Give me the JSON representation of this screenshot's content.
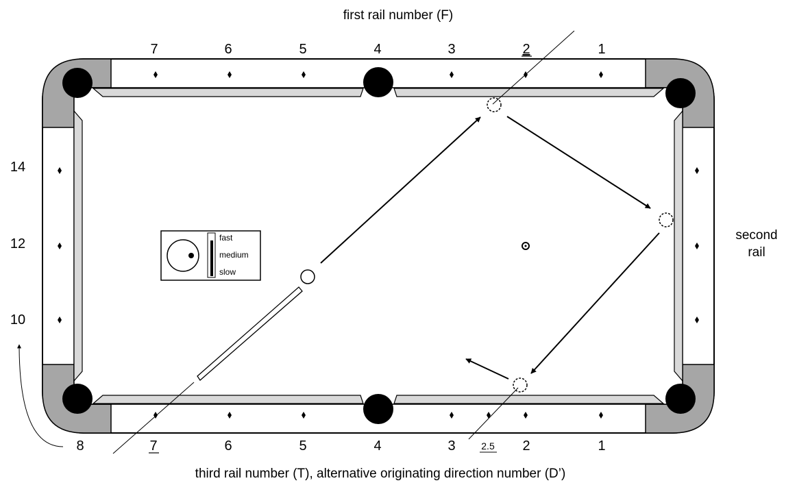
{
  "captions": {
    "top": "first rail number (F)",
    "bottom": "third rail number (T), alternative originating direction number (D’)",
    "right_line1": "second",
    "right_line2": "rail"
  },
  "top_rail_numbers": [
    "7",
    "6",
    "5",
    "4",
    "3",
    "2",
    "1"
  ],
  "bottom_rail_numbers": [
    "8",
    "7",
    "6",
    "5",
    "4",
    "3",
    "2.5",
    "2",
    "1"
  ],
  "left_rail_numbers": [
    "14",
    "12",
    "10"
  ],
  "legend": {
    "speed_labels": [
      "fast",
      "medium",
      "slow"
    ]
  },
  "colors": {
    "cushion": "#c8c8c8",
    "corner_pad": "#a6a6a6",
    "pocket": "#000000",
    "line": "#000000"
  },
  "icons": [
    "diamond-icon",
    "pocket-icon",
    "cue-ball-icon",
    "cue-stick-icon",
    "arrow-icon",
    "ghost-ball-icon",
    "spot-icon"
  ]
}
